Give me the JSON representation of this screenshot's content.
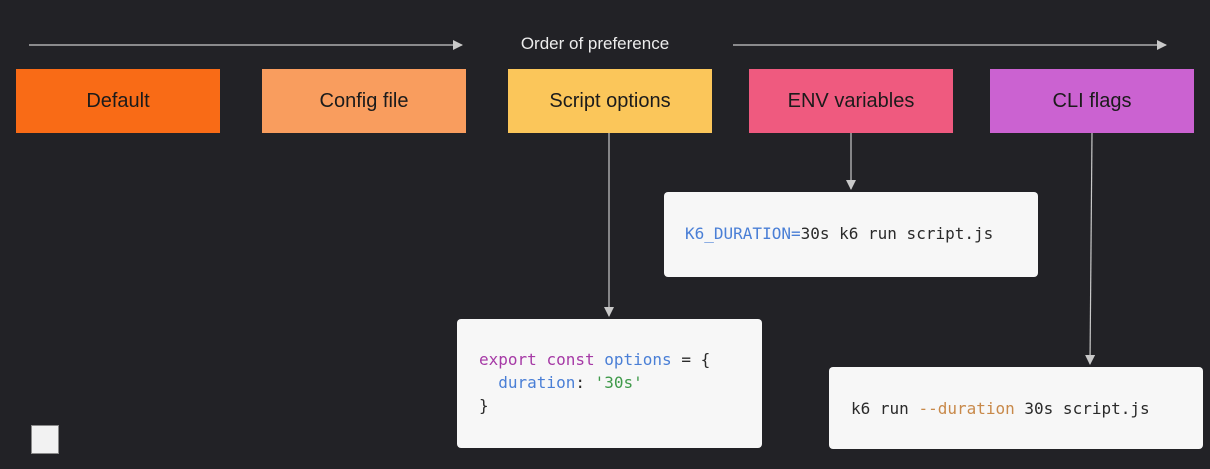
{
  "title": "Order of preference",
  "stages": [
    {
      "label": "Default",
      "color": "#f96b16"
    },
    {
      "label": "Config file",
      "color": "#f99d5e"
    },
    {
      "label": "Script options",
      "color": "#fbc65a"
    },
    {
      "label": "ENV variables",
      "color": "#ef5a7f"
    },
    {
      "label": "CLI flags",
      "color": "#cb62d1"
    }
  ],
  "script_card": {
    "line1_kw1": "export",
    "line1_kw2": "const",
    "line1_id": "options",
    "line1_rest": " = {",
    "line2_key": "duration",
    "line2_colon": ": ",
    "line2_str": "'30s'",
    "line3": "}"
  },
  "env_card": {
    "var": "K6_DURATION=",
    "rest": "30s k6 run script.js"
  },
  "cli_card": {
    "pre": "k6 run ",
    "flag": "--duration",
    "post": " 30s script.js"
  }
}
